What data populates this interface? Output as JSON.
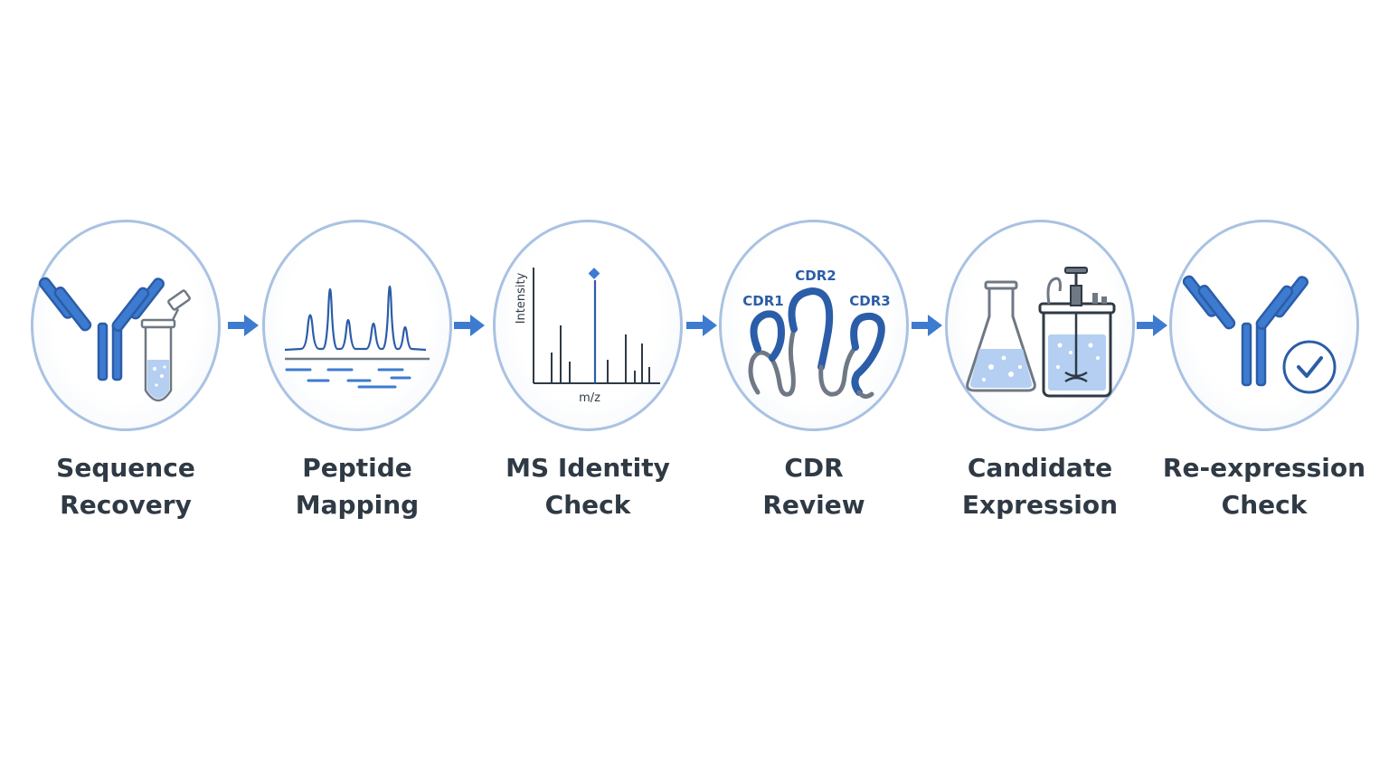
{
  "colors": {
    "circle_border": "#a9c2e3",
    "icon_blue": "#3d7bd0",
    "icon_dark_blue": "#2b5da8",
    "icon_gray": "#6f7884",
    "liquid": "#b5cff2",
    "text": "#2f3a45"
  },
  "steps": [
    {
      "id": "sequence-recovery",
      "icon": "antibody-and-tube-icon",
      "label_lines": [
        "Sequence",
        "Recovery"
      ]
    },
    {
      "id": "peptide-mapping",
      "icon": "chromatogram-icon",
      "label_lines": [
        "Peptide",
        "Mapping"
      ]
    },
    {
      "id": "ms-identity-check",
      "icon": "mass-spectrum-icon",
      "label_lines": [
        "MS Identity",
        "Check"
      ],
      "axis_y": "Intensity",
      "axis_x": "m/z"
    },
    {
      "id": "cdr-review",
      "icon": "cdr-loops-icon",
      "label_lines": [
        "CDR",
        "Review"
      ],
      "loops": [
        "CDR1",
        "CDR2",
        "CDR3"
      ]
    },
    {
      "id": "candidate-expression",
      "icon": "flask-and-bioreactor-icon",
      "label_lines": [
        "Candidate",
        "Expression"
      ]
    },
    {
      "id": "re-expression-check",
      "icon": "antibody-checkmark-icon",
      "label_lines": [
        "Re-expression",
        "Check"
      ]
    }
  ],
  "connectors": [
    "arrow-right-icon",
    "arrow-right-icon",
    "arrow-right-icon",
    "arrow-right-icon",
    "arrow-right-icon"
  ]
}
